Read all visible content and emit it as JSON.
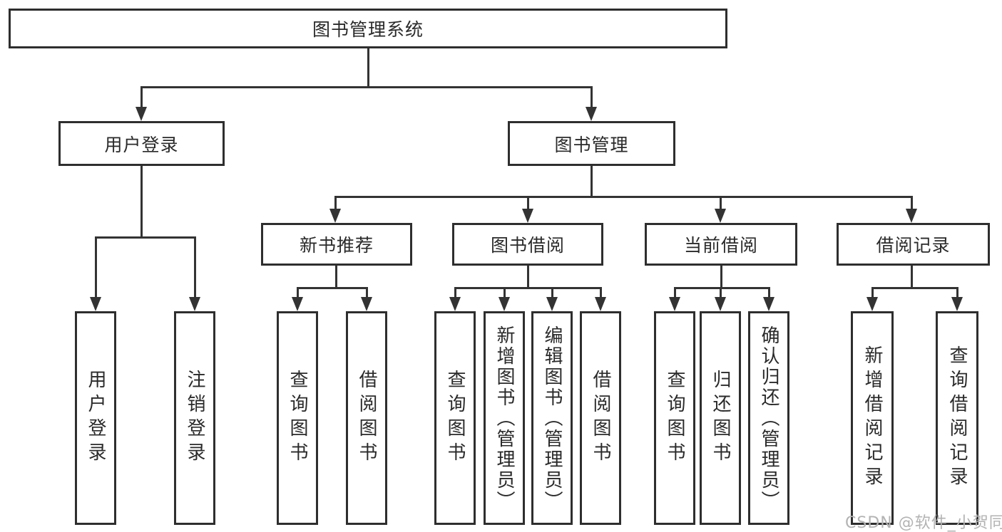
{
  "diagram_title": "图书管理系统",
  "tree": {
    "root": {
      "label": "图书管理系统",
      "children": [
        {
          "label": "用户登录",
          "children": [
            {
              "label": "用户登录"
            },
            {
              "label": "注销登录"
            }
          ]
        },
        {
          "label": "图书管理",
          "children": [
            {
              "label": "新书推荐",
              "children": [
                {
                  "label": "查询图书"
                },
                {
                  "label": "借阅图书"
                }
              ]
            },
            {
              "label": "图书借阅",
              "children": [
                {
                  "label": "查询图书"
                },
                {
                  "label": "新增图书（管理员）"
                },
                {
                  "label": "编辑图书（管理员）"
                },
                {
                  "label": "借阅图书"
                }
              ]
            },
            {
              "label": "当前借阅",
              "children": [
                {
                  "label": "查询图书"
                },
                {
                  "label": "归还图书"
                },
                {
                  "label": "确认归还（管理员）"
                }
              ]
            },
            {
              "label": "借阅记录",
              "children": [
                {
                  "label": "新增借阅记录"
                },
                {
                  "label": "查询借阅记录"
                }
              ]
            }
          ]
        }
      ]
    }
  },
  "watermark": {
    "text": "CSDN @软件_小贺同学"
  },
  "colors": {
    "line": "#333333",
    "box_border": "#2e2e2e",
    "text": "#2a2a2a",
    "watermark": "#b3b3b3",
    "background": "#ffffff"
  }
}
